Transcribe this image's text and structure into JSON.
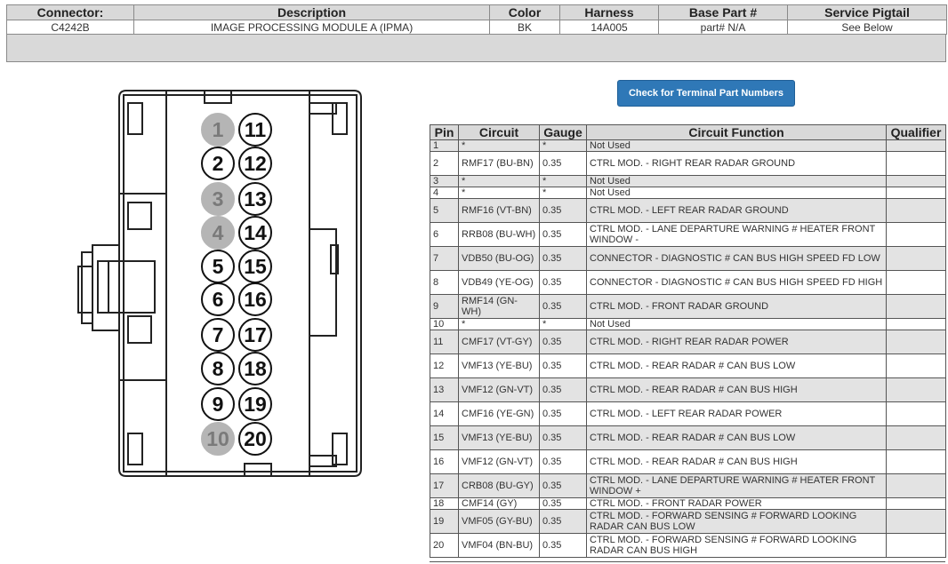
{
  "header": {
    "columns": [
      "Connector:",
      "Description",
      "Color",
      "Harness",
      "Base Part #",
      "Service Pigtail"
    ],
    "values": [
      "C4242B",
      "IMAGE PROCESSING MODULE A (IPMA)",
      "BK",
      "14A005",
      "part# N/A",
      "See Below"
    ]
  },
  "button": {
    "label": "Check for Terminal Part Numbers"
  },
  "connector": {
    "pins": [
      {
        "n": "1",
        "filled": true
      },
      {
        "n": "2",
        "filled": false
      },
      {
        "n": "3",
        "filled": true
      },
      {
        "n": "4",
        "filled": true
      },
      {
        "n": "5",
        "filled": false
      },
      {
        "n": "6",
        "filled": false
      },
      {
        "n": "7",
        "filled": false
      },
      {
        "n": "8",
        "filled": false
      },
      {
        "n": "9",
        "filled": false
      },
      {
        "n": "10",
        "filled": true
      },
      {
        "n": "11",
        "filled": false
      },
      {
        "n": "12",
        "filled": false
      },
      {
        "n": "13",
        "filled": false
      },
      {
        "n": "14",
        "filled": false
      },
      {
        "n": "15",
        "filled": false
      },
      {
        "n": "16",
        "filled": false
      },
      {
        "n": "17",
        "filled": false
      },
      {
        "n": "18",
        "filled": false
      },
      {
        "n": "19",
        "filled": false
      },
      {
        "n": "20",
        "filled": false
      }
    ]
  },
  "pin_table": {
    "columns": [
      "Pin",
      "Circuit",
      "Gauge",
      "Circuit Function",
      "Qualifier"
    ],
    "rows": [
      {
        "pin": "1",
        "circuit": "*",
        "gauge": "*",
        "function": "Not Used",
        "qualifier": ""
      },
      {
        "pin": "2",
        "circuit": "RMF17 (BU-BN)",
        "gauge": "0.35",
        "function": "CTRL MOD. - RIGHT REAR RADAR GROUND",
        "qualifier": ""
      },
      {
        "pin": "3",
        "circuit": "*",
        "gauge": "*",
        "function": "Not Used",
        "qualifier": ""
      },
      {
        "pin": "4",
        "circuit": "*",
        "gauge": "*",
        "function": "Not Used",
        "qualifier": ""
      },
      {
        "pin": "5",
        "circuit": "RMF16 (VT-BN)",
        "gauge": "0.35",
        "function": "CTRL MOD. - LEFT REAR RADAR GROUND",
        "qualifier": ""
      },
      {
        "pin": "6",
        "circuit": "RRB08 (BU-WH)",
        "gauge": "0.35",
        "function": "CTRL MOD. - LANE DEPARTURE WARNING # HEATER FRONT WINDOW -",
        "qualifier": ""
      },
      {
        "pin": "7",
        "circuit": "VDB50 (BU-OG)",
        "gauge": "0.35",
        "function": "CONNECTOR - DIAGNOSTIC # CAN BUS HIGH SPEED FD LOW",
        "qualifier": ""
      },
      {
        "pin": "8",
        "circuit": "VDB49 (YE-OG)",
        "gauge": "0.35",
        "function": "CONNECTOR - DIAGNOSTIC # CAN BUS HIGH SPEED FD HIGH",
        "qualifier": ""
      },
      {
        "pin": "9",
        "circuit": "RMF14 (GN-WH)",
        "gauge": "0.35",
        "function": "CTRL MOD. - FRONT RADAR GROUND",
        "qualifier": ""
      },
      {
        "pin": "10",
        "circuit": "*",
        "gauge": "*",
        "function": "Not Used",
        "qualifier": ""
      },
      {
        "pin": "11",
        "circuit": "CMF17 (VT-GY)",
        "gauge": "0.35",
        "function": "CTRL MOD. - RIGHT REAR RADAR POWER",
        "qualifier": ""
      },
      {
        "pin": "12",
        "circuit": "VMF13 (YE-BU)",
        "gauge": "0.35",
        "function": "CTRL MOD. - REAR RADAR # CAN BUS LOW",
        "qualifier": ""
      },
      {
        "pin": "13",
        "circuit": "VMF12 (GN-VT)",
        "gauge": "0.35",
        "function": "CTRL MOD. - REAR RADAR # CAN BUS HIGH",
        "qualifier": ""
      },
      {
        "pin": "14",
        "circuit": "CMF16 (YE-GN)",
        "gauge": "0.35",
        "function": "CTRL MOD. - LEFT REAR RADAR POWER",
        "qualifier": ""
      },
      {
        "pin": "15",
        "circuit": "VMF13 (YE-BU)",
        "gauge": "0.35",
        "function": "CTRL MOD. - REAR RADAR # CAN BUS LOW",
        "qualifier": ""
      },
      {
        "pin": "16",
        "circuit": "VMF12 (GN-VT)",
        "gauge": "0.35",
        "function": "CTRL MOD. - REAR RADAR # CAN BUS HIGH",
        "qualifier": ""
      },
      {
        "pin": "17",
        "circuit": "CRB08 (BU-GY)",
        "gauge": "0.35",
        "function": "CTRL MOD. - LANE DEPARTURE WARNING # HEATER FRONT WINDOW +",
        "qualifier": ""
      },
      {
        "pin": "18",
        "circuit": "CMF14 (GY)",
        "gauge": "0.35",
        "function": "CTRL MOD. - FRONT RADAR POWER",
        "qualifier": ""
      },
      {
        "pin": "19",
        "circuit": "VMF05 (GY-BU)",
        "gauge": "0.35",
        "function": "CTRL MOD. - FORWARD SENSING # FORWARD LOOKING RADAR CAN BUS LOW",
        "qualifier": ""
      },
      {
        "pin": "20",
        "circuit": "VMF04 (BN-BU)",
        "gauge": "0.35",
        "function": "CTRL MOD. - FORWARD SENSING # FORWARD LOOKING RADAR CAN BUS HIGH",
        "qualifier": ""
      }
    ]
  },
  "colors": {
    "accent": "#2f78b7",
    "header_bg": "#d9d9d9",
    "stripe": "#e3e3e3",
    "pin_filled": "#b5b5b5"
  }
}
